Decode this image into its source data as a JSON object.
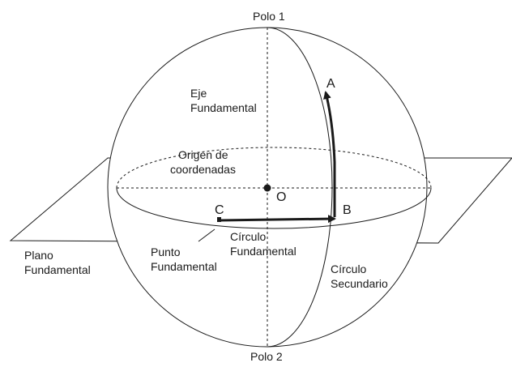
{
  "labels": {
    "polo1": "Polo 1",
    "polo2": "Polo 2",
    "eje_line1": "Eje",
    "eje_line2": "Fundamental",
    "origen_line1": "Origen de",
    "origen_line2": "coordenadas",
    "point_o": "O",
    "point_a": "A",
    "point_b": "B",
    "point_c": "C",
    "plano_line1": "Plano",
    "plano_line2": "Fundamental",
    "punto_line1": "Punto",
    "punto_line2": "Fundamental",
    "circulo_fund_line1": "Círculo",
    "circulo_fund_line2": "Fundamental",
    "circulo_sec_line1": "Círculo",
    "circulo_sec_line2": "Secundario"
  },
  "colors": {
    "line": "#1a1a1a",
    "background": "#ffffff"
  }
}
